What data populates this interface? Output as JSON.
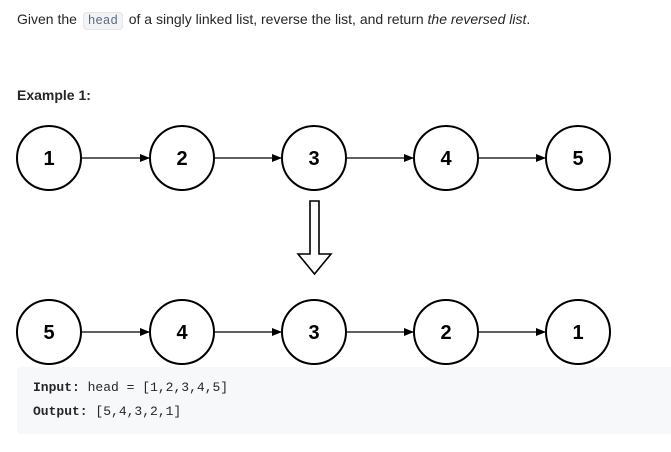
{
  "description": {
    "part1": "Given the",
    "code": "head",
    "part2": "of a singly linked list, reverse the list, and return",
    "emphasis": "the reversed list",
    "part3": "."
  },
  "example": {
    "title": "Example 1:",
    "input_list": [
      "1",
      "2",
      "3",
      "4",
      "5"
    ],
    "output_list": [
      "5",
      "4",
      "3",
      "2",
      "1"
    ],
    "input_label": "Input:",
    "input_var": "head",
    "input_eq": "=",
    "input_value": "[1,2,3,4,5]",
    "output_label": "Output:",
    "output_value": "[5,4,3,2,1]"
  },
  "colors": {
    "text": "#262626",
    "code_bg": "#f7f8fa",
    "inline_code_text": "#5a6b80"
  }
}
